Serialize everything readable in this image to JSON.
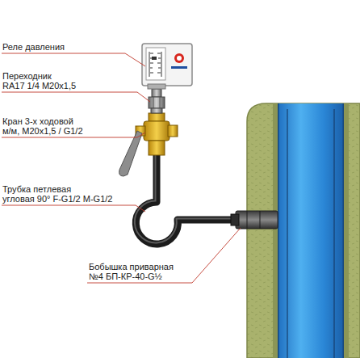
{
  "diagram": {
    "labels": [
      "Реле давления",
      "Переходник RA17 1/4 M20x1,5",
      "Кран 3-х ходовой м/м, M20x1,5 / G1/2",
      "Трубка петлевая угловая 90° F-G1/2 M-G1/2",
      "Бобышка приварная №4 БП-КР-40-G½"
    ]
  }
}
